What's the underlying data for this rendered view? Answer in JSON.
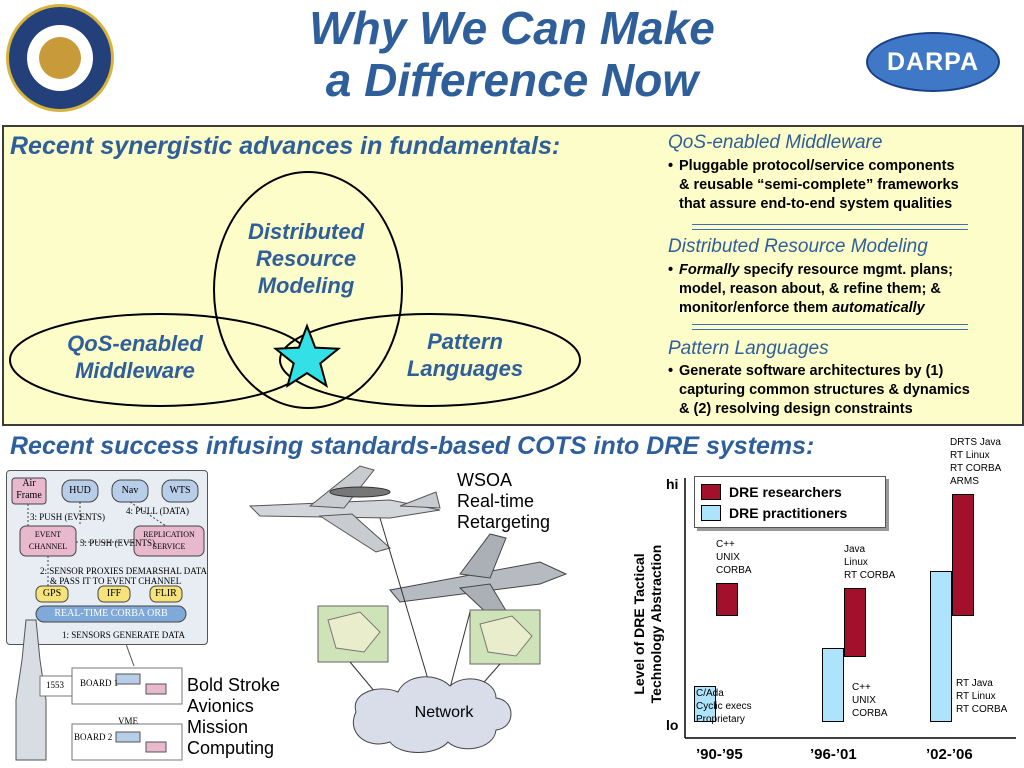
{
  "title_lines": [
    "Why We Can Make",
    "a Difference Now"
  ],
  "logos": {
    "darpa": "DARPA"
  },
  "fundamentals": {
    "heading": "Recent synergistic advances in fundamentals:",
    "venn": {
      "top": [
        "Distributed",
        "Resource",
        "Modeling"
      ],
      "left": [
        "QoS-enabled",
        "Middleware"
      ],
      "right": [
        "Pattern",
        "Languages"
      ],
      "center_icon": "star-icon",
      "star_color": "#33e0e6"
    },
    "sections": [
      {
        "title": "QoS-enabled Middleware",
        "lines": [
          [
            {
              "t": "Pluggable protocol/service components"
            }
          ],
          [
            {
              "t": "& reusable “semi-complete” frameworks"
            }
          ],
          [
            {
              "t": "that assure end-to-end system qualities"
            }
          ]
        ]
      },
      {
        "title": "Distributed Resource Modeling",
        "lines": [
          [
            {
              "t": "Formally",
              "i": true
            },
            {
              "t": " specify resource mgmt. plans;"
            }
          ],
          [
            {
              "t": "model, reason about, & refine them; &"
            }
          ],
          [
            {
              "t": "monitor/enforce them "
            },
            {
              "t": "automatically",
              "i": true
            }
          ]
        ]
      },
      {
        "title": "Pattern Languages",
        "lines": [
          [
            {
              "t": "Generate software architectures by (1)"
            }
          ],
          [
            {
              "t": "capturing common structures & dynamics"
            }
          ],
          [
            {
              "t": "& (2) resolving design constraints"
            }
          ]
        ]
      }
    ],
    "bullet": "•"
  },
  "cots": {
    "heading": "Recent success infusing standards-based COTS into DRE systems:",
    "avionics": {
      "nodes": [
        "Air Frame",
        "HUD",
        "Nav",
        "WTS",
        "EVENT CHANNEL",
        "REPLICATION SERVICE",
        "GPS",
        "IFF",
        "FLIR",
        "REAL-TIME CORBA ORB"
      ],
      "steps": [
        "3: PUSH (EVENTS)",
        "4: PULL (DATA)",
        "3: PUSH (EVENTS)",
        "2: SENSOR PROXIES DEMARSHAL DATA",
        "& PASS IT TO EVENT CHANNEL",
        "1: SENSORS GENERATE DATA"
      ],
      "hardware": [
        "1553",
        "BOARD 1",
        "VME",
        "BOARD 2"
      ],
      "caption": [
        "Bold Stroke",
        "Avionics",
        "Mission",
        "Computing"
      ]
    },
    "wsoa": {
      "caption": [
        "WSOA",
        "Real-time",
        "Retargeting"
      ],
      "network_label": "Network"
    },
    "chart_data": {
      "type": "bar",
      "ylabel": "Level of DRE Tactical Technology Abstraction",
      "y_ticks": [
        "hi",
        "lo"
      ],
      "ylim": [
        0,
        100
      ],
      "categories": [
        "’90-’95",
        "’96-’01",
        "’02-’06"
      ],
      "legend_position": "top-left",
      "series": [
        {
          "name": "DRE researchers",
          "color": "#a3102b",
          "ranges": [
            [
              44,
              58
            ],
            [
              27,
              56
            ],
            [
              44,
              95
            ]
          ],
          "labels": [
            [
              "C++",
              "UNIX",
              "CORBA"
            ],
            [
              "Java",
              "Linux",
              "RT CORBA"
            ],
            [
              "DRTS Java",
              "RT Linux",
              "RT CORBA",
              "ARMS"
            ]
          ]
        },
        {
          "name": "DRE practitioners",
          "color": "#aee4fb",
          "ranges": [
            [
              0,
              15
            ],
            [
              0,
              31
            ],
            [
              0,
              63
            ]
          ],
          "labels": [
            [
              "C/Ada",
              "Cyclic execs",
              "Proprietary"
            ],
            [
              "C++",
              "UNIX",
              "CORBA"
            ],
            [
              "RT Java",
              "RT Linux",
              "RT CORBA"
            ]
          ]
        }
      ]
    }
  }
}
